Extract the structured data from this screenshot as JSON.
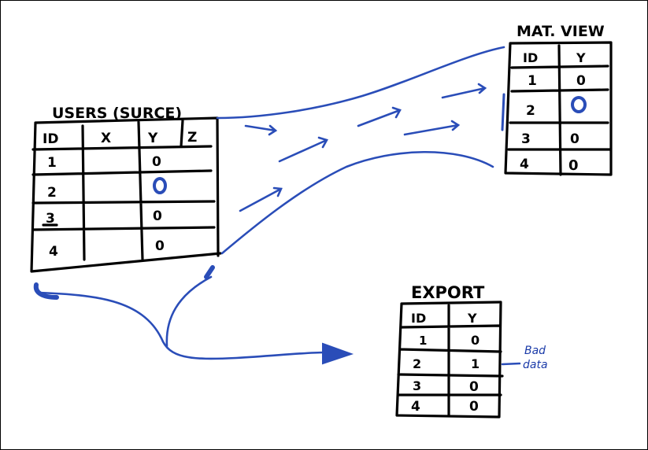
{
  "colors": {
    "ink": "#000000",
    "marker_blue": "#2a4db8"
  },
  "source_table": {
    "title": "USERS (SURCE)",
    "headers": [
      "ID",
      "X",
      "Y",
      "Z"
    ],
    "rows": [
      {
        "id": "1",
        "y": "0"
      },
      {
        "id": "2",
        "y": "0"
      },
      {
        "id": "3",
        "y": "0"
      },
      {
        "id": "4",
        "y": "0"
      }
    ]
  },
  "mat_view": {
    "title": "MAT. VIEW",
    "headers": [
      "ID",
      "Y"
    ],
    "rows": [
      {
        "id": "1",
        "y": "0"
      },
      {
        "id": "2",
        "y": "0"
      },
      {
        "id": "3",
        "y": "0"
      },
      {
        "id": "4",
        "y": "0"
      }
    ]
  },
  "export_table": {
    "title": "EXPORT",
    "headers": [
      "ID",
      "Y"
    ],
    "rows": [
      {
        "id": "1",
        "y": "0"
      },
      {
        "id": "2",
        "y": "1"
      },
      {
        "id": "3",
        "y": "0"
      },
      {
        "id": "4",
        "y": "0"
      }
    ]
  },
  "annotation": {
    "line1": "Bad",
    "line2": "data"
  }
}
